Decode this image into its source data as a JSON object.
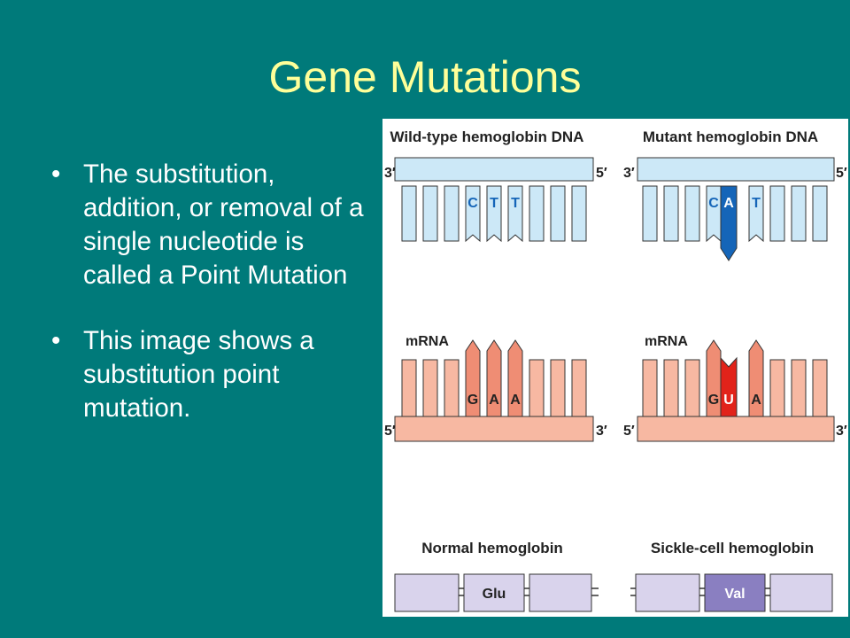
{
  "slide": {
    "title": "Gene Mutations",
    "bullets": [
      "The substitution, addition, or removal of a single nucleotide is called a Point Mutation",
      "This image shows a substitution point mutation."
    ],
    "bullet_glyph": "•"
  },
  "figure": {
    "wild_dna_title": "Wild-type hemoglobin DNA",
    "mutant_dna_title": "Mutant hemoglobin DNA",
    "wild_dna_bases": [
      "C",
      "T",
      "T"
    ],
    "mutant_dna_bases": [
      "C",
      "A",
      "T"
    ],
    "three_prime": "3′",
    "five_prime": "5′",
    "mrna_label": "mRNA",
    "wild_mrna_bases": [
      "G",
      "A",
      "A"
    ],
    "mutant_mrna_bases": [
      "G",
      "U",
      "A"
    ],
    "normal_hb_title": "Normal hemoglobin",
    "sickle_hb_title": "Sickle-cell hemoglobin",
    "normal_amino_acid": "Glu",
    "sickle_amino_acid": "Val",
    "colors": {
      "dna_light": "#cce8f7",
      "dna_mutant": "#1565b8",
      "mrna_light": "#f7b8a2",
      "mrna_dark": "#ef8d74",
      "mrna_mutant": "#e2231a",
      "protein_light": "#d9d3ec",
      "protein_dark": "#8a7fc1",
      "outline": "#333333"
    }
  }
}
